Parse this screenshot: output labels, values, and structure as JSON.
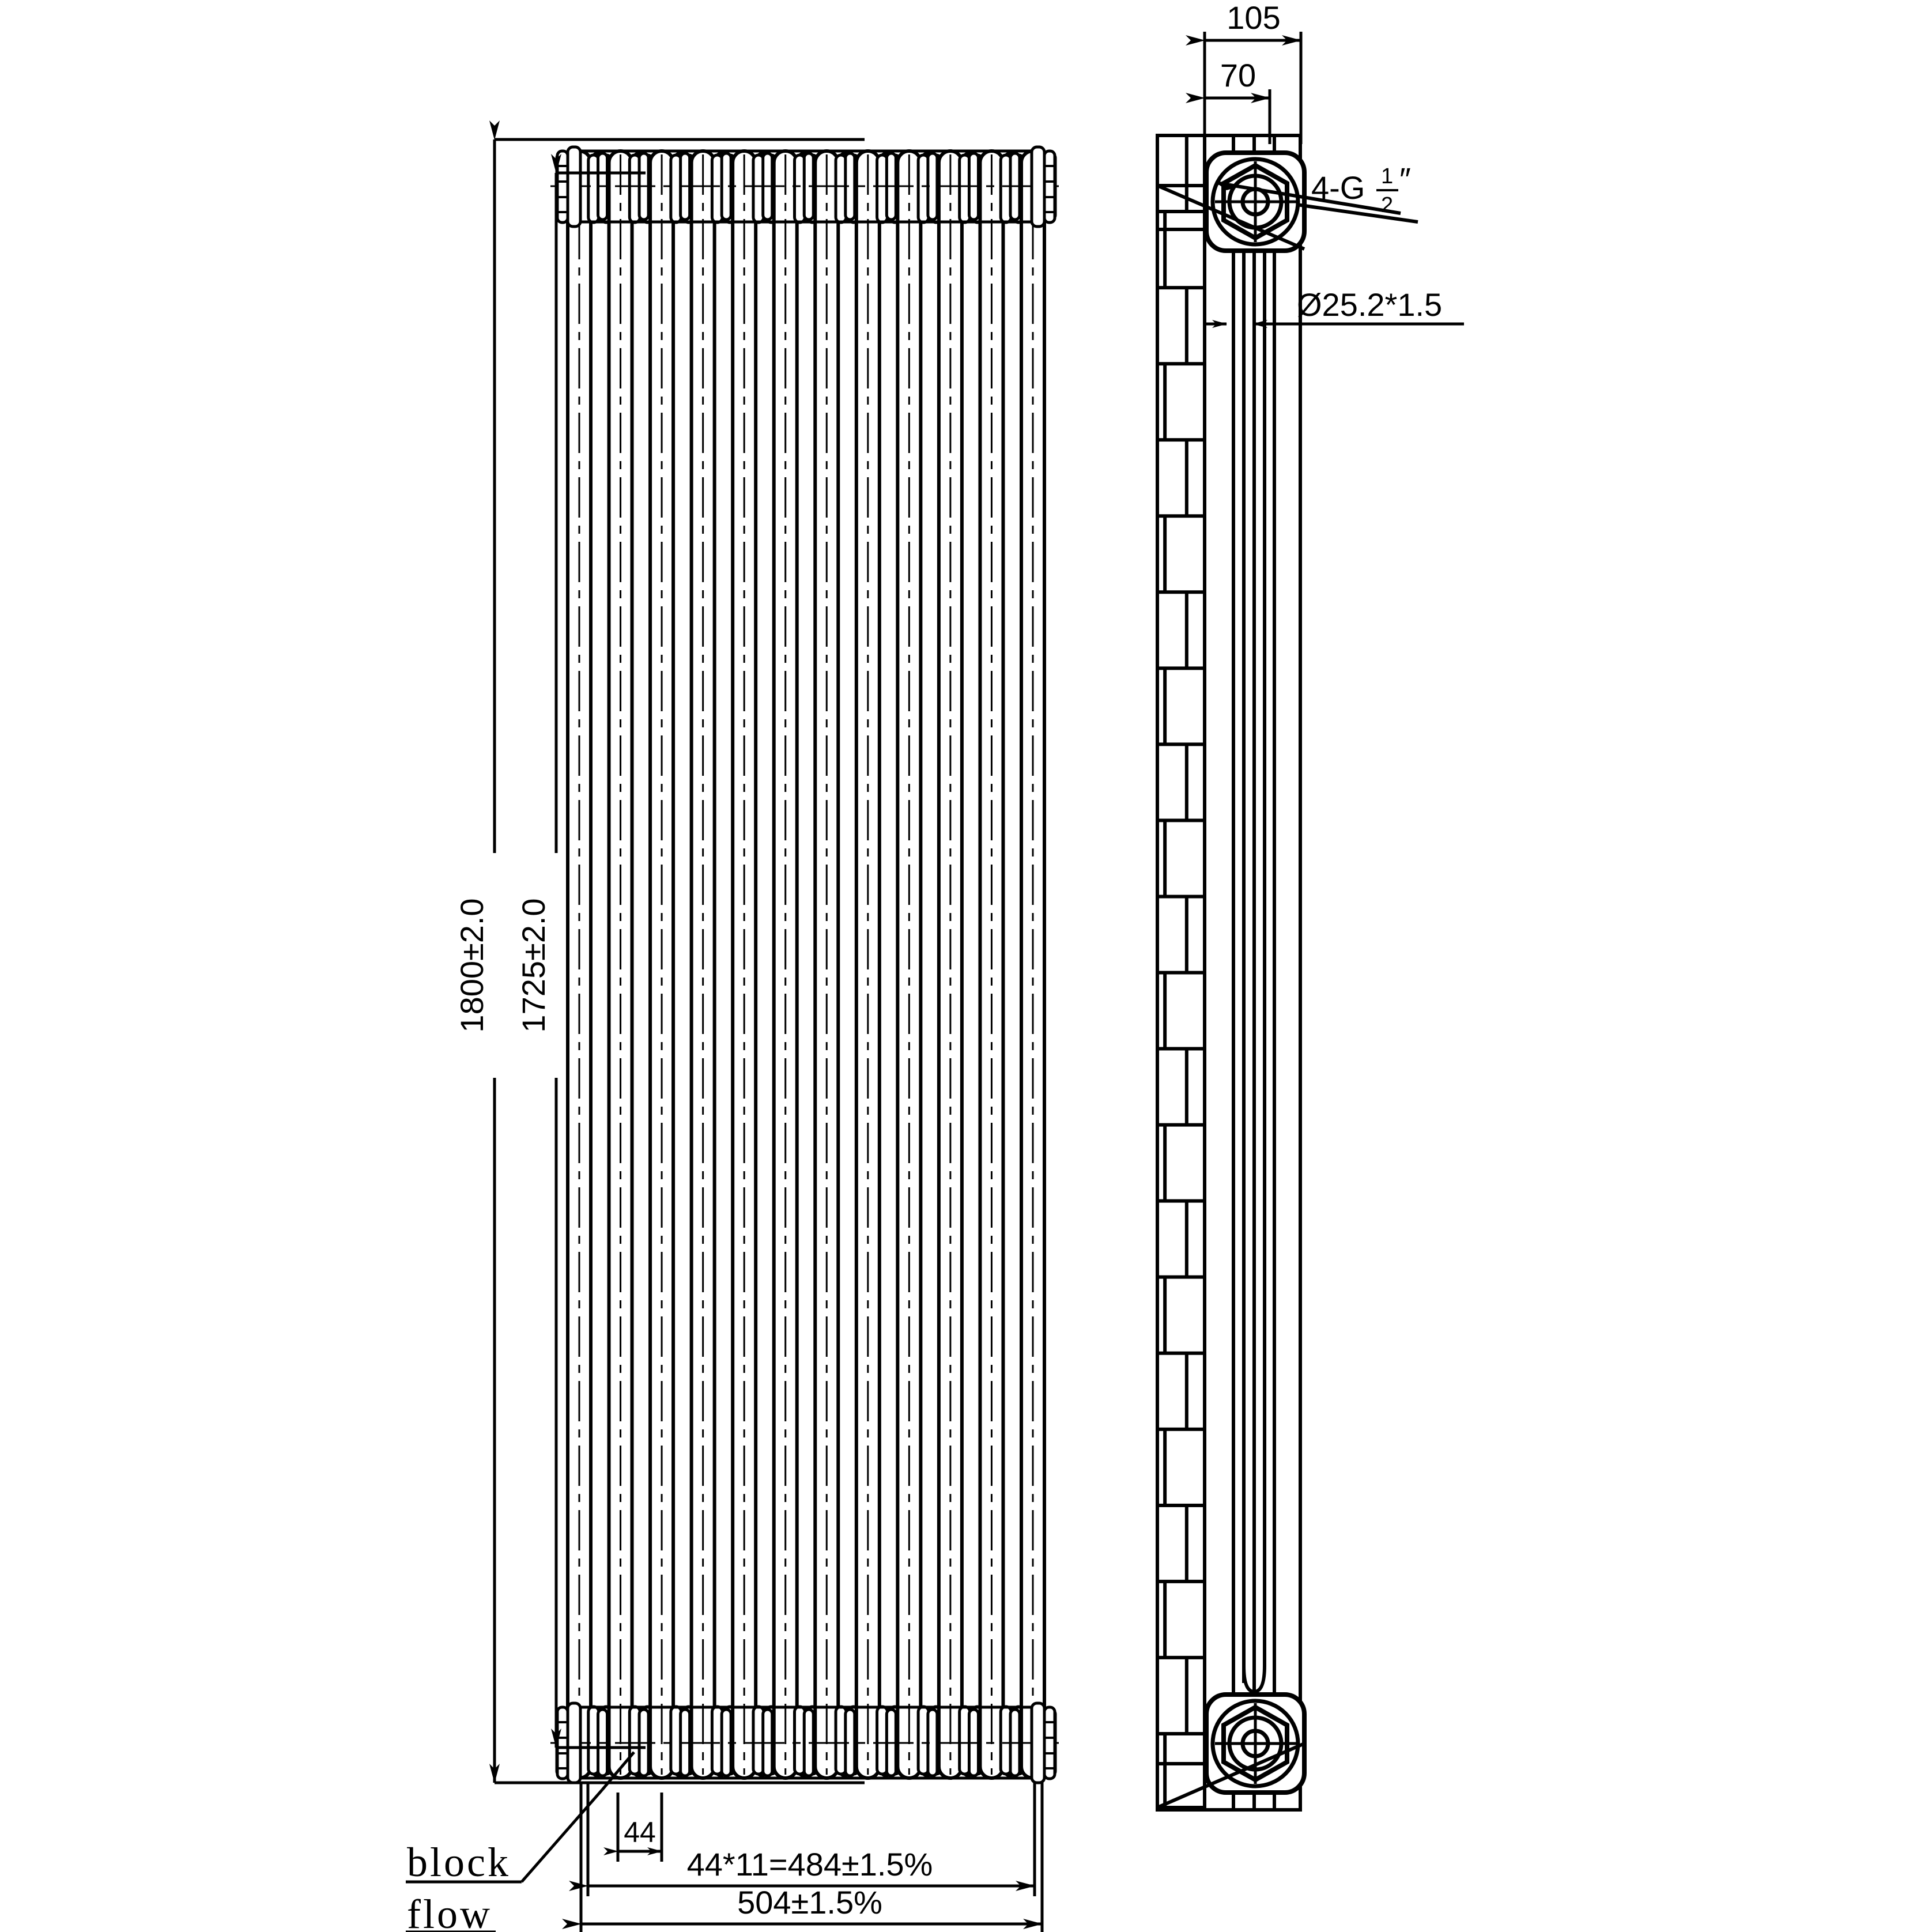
{
  "drawing": {
    "title": "Vertical Column Radiator Technical Drawing",
    "line_color": "#000000",
    "background_color": "#ffffff"
  },
  "front_view": {
    "name": "front-elevation",
    "section_count": 12,
    "dimensions": {
      "overall_height": "1800±2.0",
      "center_to_center_height": "1725±2.0",
      "section_pitch": "44",
      "pitch_total": "44*11=484±1.5%",
      "overall_width": "504±1.5%"
    },
    "annotations": {
      "block": "block",
      "flow": "flow"
    }
  },
  "side_view": {
    "name": "side-section-view",
    "dimensions": {
      "overall_depth": "105",
      "wall_to_center": "70",
      "tube_spec": "Ø25.2*1.5"
    },
    "port_label": {
      "prefix": "4-G",
      "numerator": "1",
      "denominator": "2",
      "unit": "″"
    },
    "wall": {
      "name": "brick-wall-hatch",
      "rows": 22
    },
    "ports": 2
  }
}
